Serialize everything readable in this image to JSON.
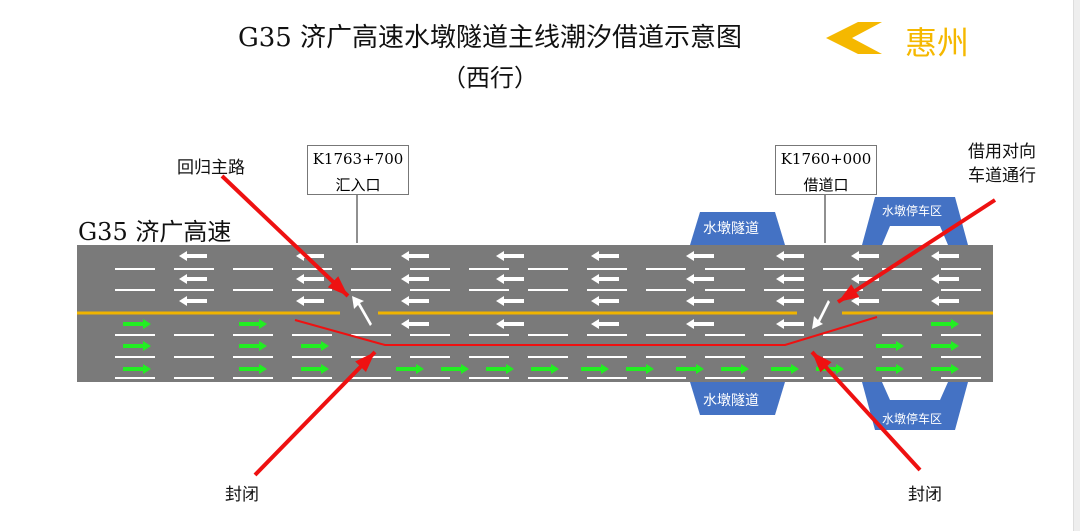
{
  "title": "G35 济广高速水墩隧道主线潮汐借道示意图",
  "subtitle": "（西行）",
  "destination": {
    "label": "惠州",
    "color": "#f5b800"
  },
  "road_name": "G35 济广高速",
  "entry_marker": {
    "km": "K1763+700",
    "label": "汇入口"
  },
  "borrow_marker": {
    "km": "K1760+000",
    "label": "借道口"
  },
  "annotations": {
    "return": "回归主路",
    "borrow": "借用对向车道通行",
    "closed_left": "封闭",
    "closed_right": "封闭"
  },
  "tunnel_top": "水墩隧道",
  "tunnel_bottom": "水墩隧道",
  "parking_top": "水墩停车区",
  "parking_bottom": "水墩停车区",
  "colors": {
    "road": "#7a7a7a",
    "center_line": "#f0b400",
    "eastbound_arrow": "#22ee22",
    "westbound_arrow": "#ffffff",
    "pointer": "#ee1111",
    "facility": "#4472c4"
  }
}
